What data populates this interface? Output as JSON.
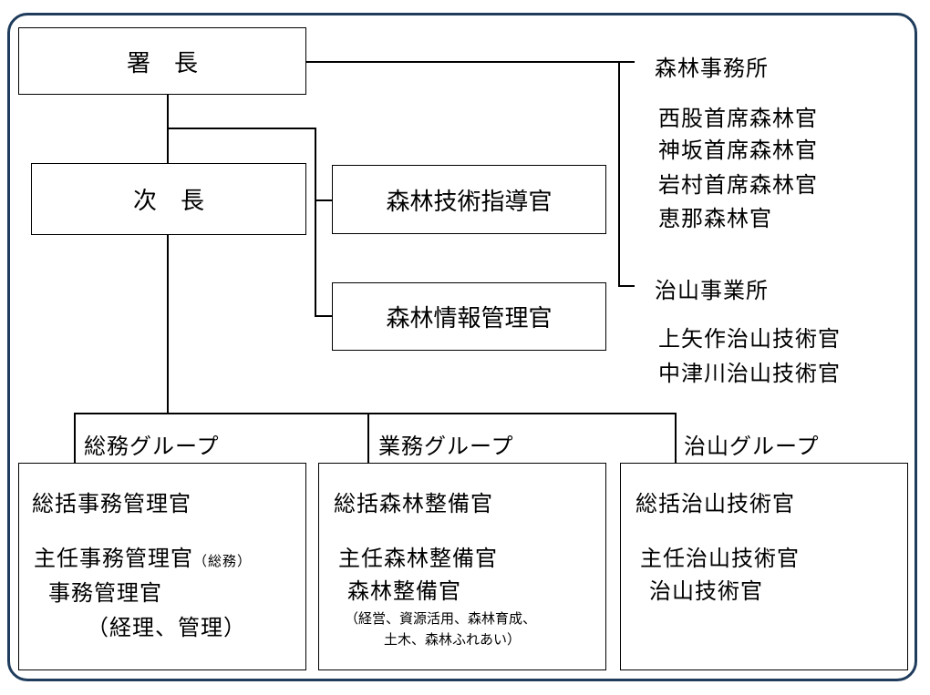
{
  "nodes": {
    "shochou": "署　長",
    "jichou": "次　長",
    "gijutsu": "森林技術指導官",
    "jouhou": "森林情報管理官"
  },
  "right": {
    "office1": "森林事務所",
    "office1_items": [
      "西股首席森林官",
      "神坂首席森林官",
      "岩村首席森林官",
      "恵那森林官"
    ],
    "office2": "治山事業所",
    "office2_items": [
      "上矢作治山技術官",
      "中津川治山技術官"
    ]
  },
  "groups": {
    "soumu": {
      "label": "総務グループ",
      "title": "総括事務管理官",
      "line1": "主任事務管理官",
      "line1_suffix": "（総務）",
      "line2": "事務管理官",
      "line3": "（経理、管理）"
    },
    "gyoumu": {
      "label": "業務グループ",
      "title": "総括森林整備官",
      "line1": "主任森林整備官",
      "line2": "森林整備官",
      "note1": "（経営、資源活用、森林育成、",
      "note2": "土木、森林ふれあい）"
    },
    "chisan": {
      "label": "治山グループ",
      "title": "総括治山技術官",
      "line1": "主任治山技術官",
      "line2": "治山技術官"
    }
  }
}
